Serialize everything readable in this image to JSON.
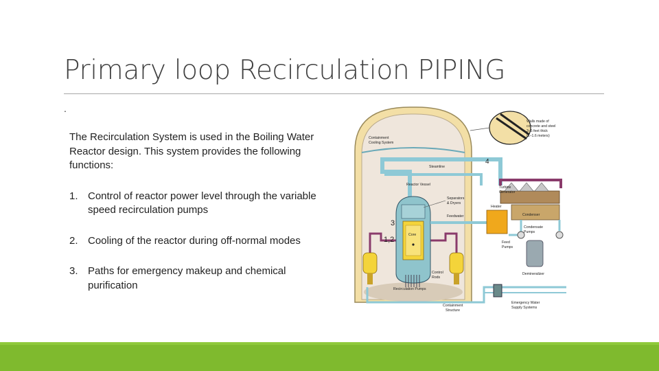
{
  "title": "Primary loop Recirculation PIPING",
  "dot": ".",
  "intro": "The Recirculation System is used in the Boiling Water Reactor design. This system provides the following functions:",
  "functions": [
    {
      "num": "1.",
      "text": "Control of reactor power level through the variable speed recirculation pumps"
    },
    {
      "num": "2.",
      "text": "Cooling of the reactor during off-normal modes"
    },
    {
      "num": "3.",
      "text": "Paths for emergency makeup and chemical purification"
    }
  ],
  "diagram": {
    "walls_label_1": "Walls made of",
    "walls_label_2": "concrete and steel",
    "walls_label_3": "3–5 feet thick",
    "walls_label_4": "(1–1.6 meters)",
    "containment_cooling_1": "Containment",
    "containment_cooling_2": "Cooling System",
    "steamline": "Steamline",
    "num_4": "4",
    "reactor_vessel": "Reactor Vessel",
    "turbine_gen_1": "Turbine",
    "turbine_gen_2": "Generator",
    "separators_1": "Separators",
    "separators_2": "& Dryers",
    "heater": "Heater",
    "feedwater": "Feedwater",
    "condenser": "Condenser",
    "num_3": "3",
    "condensate_1": "Condensate",
    "condensate_2": "Pumps",
    "num_12": "1,2",
    "core": "Core",
    "feed_pumps_1": "Feed",
    "feed_pumps_2": "Pumps",
    "control_rods_1": "Control",
    "control_rods_2": "Rods",
    "demineralizer": "Demineralizer",
    "recirc_pumps": "Recirculation Pumps",
    "containment_struct_1": "Containment",
    "containment_struct_2": "Structure",
    "emergency_1": "Emergency Water",
    "emergency_2": "Supply Systems"
  },
  "colors": {
    "footer": "#7fba2e",
    "title": "#404040",
    "pipe_blue": "#8ec9d6",
    "pipe_purple": "#8a3b6b",
    "vessel_yellow": "#f4d43a"
  }
}
